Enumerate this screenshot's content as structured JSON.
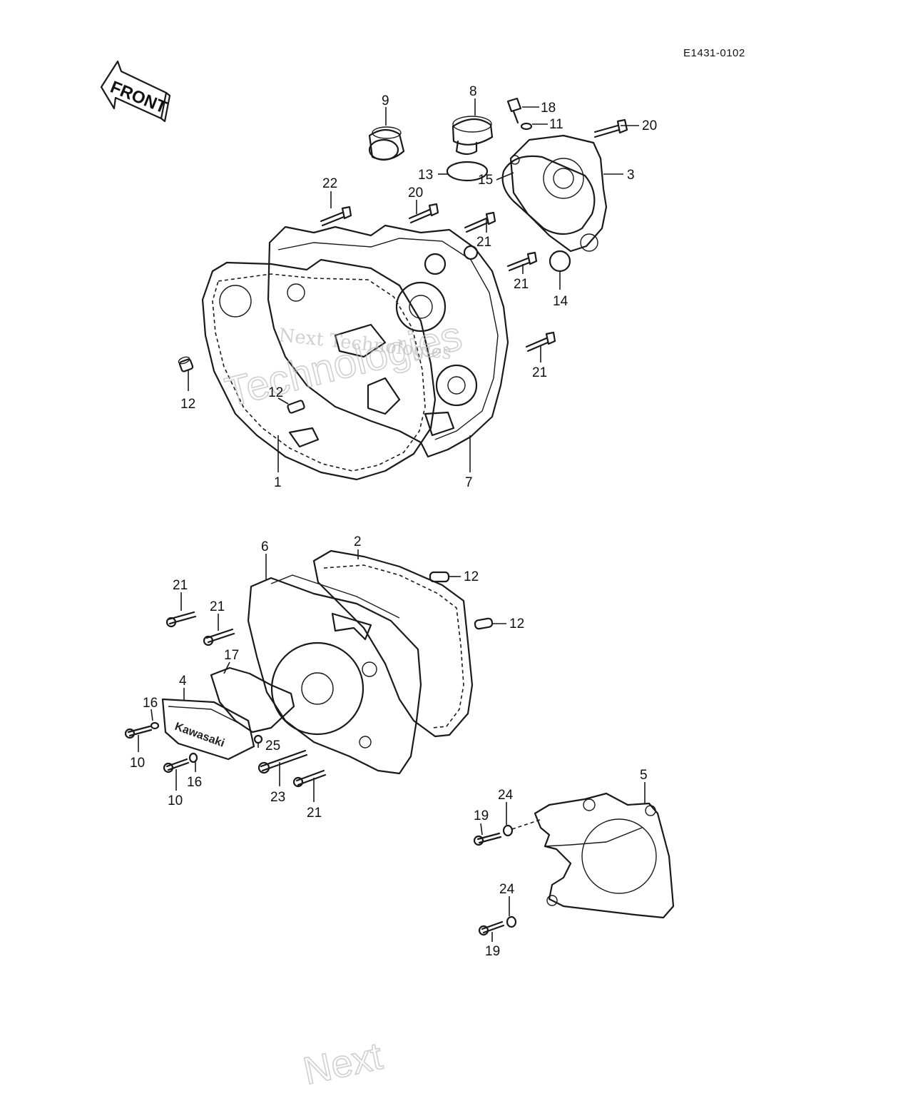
{
  "diagram_code": "E1431-0102",
  "front_label": "FRONT",
  "brand_mark": "Kawasaki",
  "watermark_main": "Next Technologies",
  "watermark_faint": "Technologies",
  "watermark_bottom": "Next",
  "callouts": [
    {
      "id": "c9",
      "label": "9"
    },
    {
      "id": "c8",
      "label": "8"
    },
    {
      "id": "c18",
      "label": "18"
    },
    {
      "id": "c11",
      "label": "11"
    },
    {
      "id": "c20a",
      "label": "20"
    },
    {
      "id": "c3",
      "label": "3"
    },
    {
      "id": "c13",
      "label": "13"
    },
    {
      "id": "c15",
      "label": "15"
    },
    {
      "id": "c22",
      "label": "22"
    },
    {
      "id": "c20b",
      "label": "20"
    },
    {
      "id": "c21a",
      "label": "21"
    },
    {
      "id": "c21b",
      "label": "21"
    },
    {
      "id": "c14",
      "label": "14"
    },
    {
      "id": "c21c",
      "label": "21"
    },
    {
      "id": "c12a",
      "label": "12"
    },
    {
      "id": "c12b",
      "label": "12"
    },
    {
      "id": "c1",
      "label": "1"
    },
    {
      "id": "c7",
      "label": "7"
    },
    {
      "id": "c2",
      "label": "2"
    },
    {
      "id": "c6",
      "label": "6"
    },
    {
      "id": "c12c",
      "label": "12"
    },
    {
      "id": "c21d",
      "label": "21"
    },
    {
      "id": "c21e",
      "label": "21"
    },
    {
      "id": "c12d",
      "label": "12"
    },
    {
      "id": "c17",
      "label": "17"
    },
    {
      "id": "c4",
      "label": "4"
    },
    {
      "id": "c16a",
      "label": "16"
    },
    {
      "id": "c10a",
      "label": "10"
    },
    {
      "id": "c25",
      "label": "25"
    },
    {
      "id": "c10b",
      "label": "10"
    },
    {
      "id": "c16b",
      "label": "16"
    },
    {
      "id": "c23",
      "label": "23"
    },
    {
      "id": "c21f",
      "label": "21"
    },
    {
      "id": "c5",
      "label": "5"
    },
    {
      "id": "c24a",
      "label": "24"
    },
    {
      "id": "c19a",
      "label": "19"
    },
    {
      "id": "c24b",
      "label": "24"
    },
    {
      "id": "c19b",
      "label": "19"
    }
  ]
}
